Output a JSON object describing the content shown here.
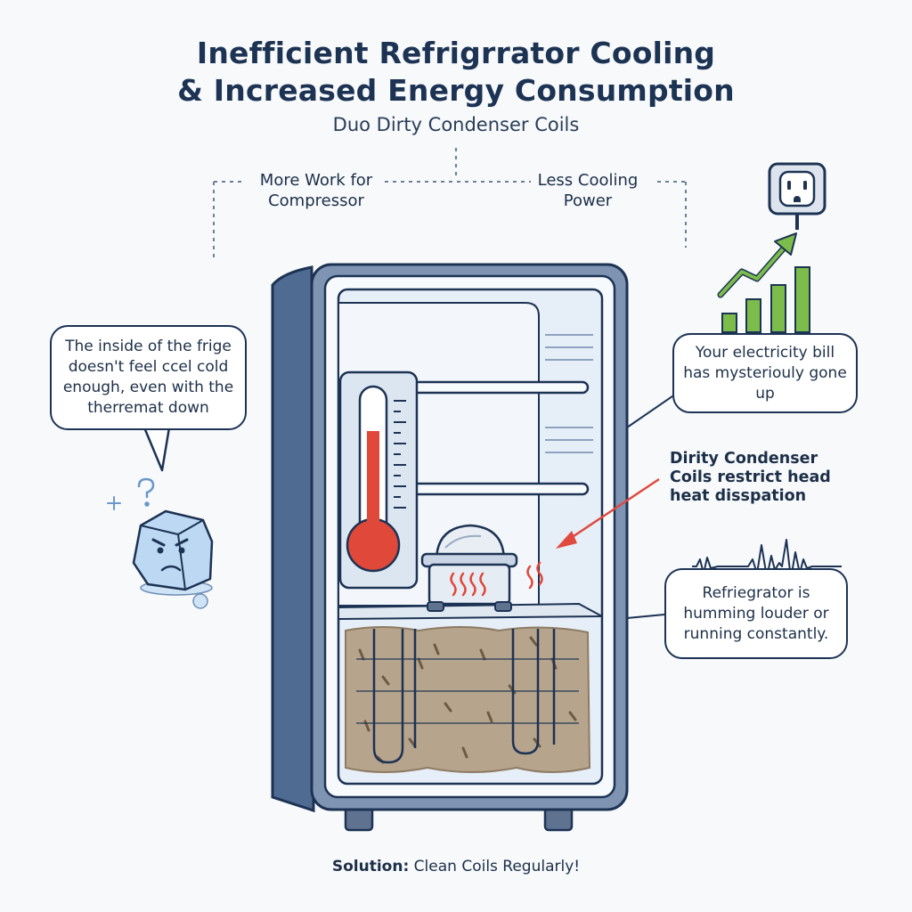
{
  "header": {
    "title_line1": "Inefficient Refrigrrator Cooling",
    "title_line2": "& Increased Energy Consumption",
    "subtitle": "Duo Dirty Condenser Coils"
  },
  "branches": {
    "left": "More Work for Compressor",
    "right": "Less Cooling Power"
  },
  "callouts": {
    "not_cold": "The inside of the frige doesn't feel ccel cold enough, even with the therremat down",
    "electricity": "Your electricity bill has mysteriouly gone up",
    "dirty_coils": "Dirity Condenser Coils restrict head heat disspation",
    "humming": "Refriegrator is humming louder or running constantly."
  },
  "footer": {
    "solution_label": "Solution:",
    "solution_text": "Clean Coils Regularly!"
  },
  "icons": [
    "power-outlet-icon",
    "rising-bar-chart-icon",
    "thermometer-icon",
    "sad-ice-cube-icon",
    "question-mark-icon",
    "compressor-icon",
    "heat-waves-icon"
  ],
  "colors": {
    "navy": "#1d3354",
    "thermometer_red": "#e0483a",
    "growth_green": "#6eae3c",
    "arrow_red": "#e04a3e",
    "ice_blue": "#bcd8f2"
  }
}
